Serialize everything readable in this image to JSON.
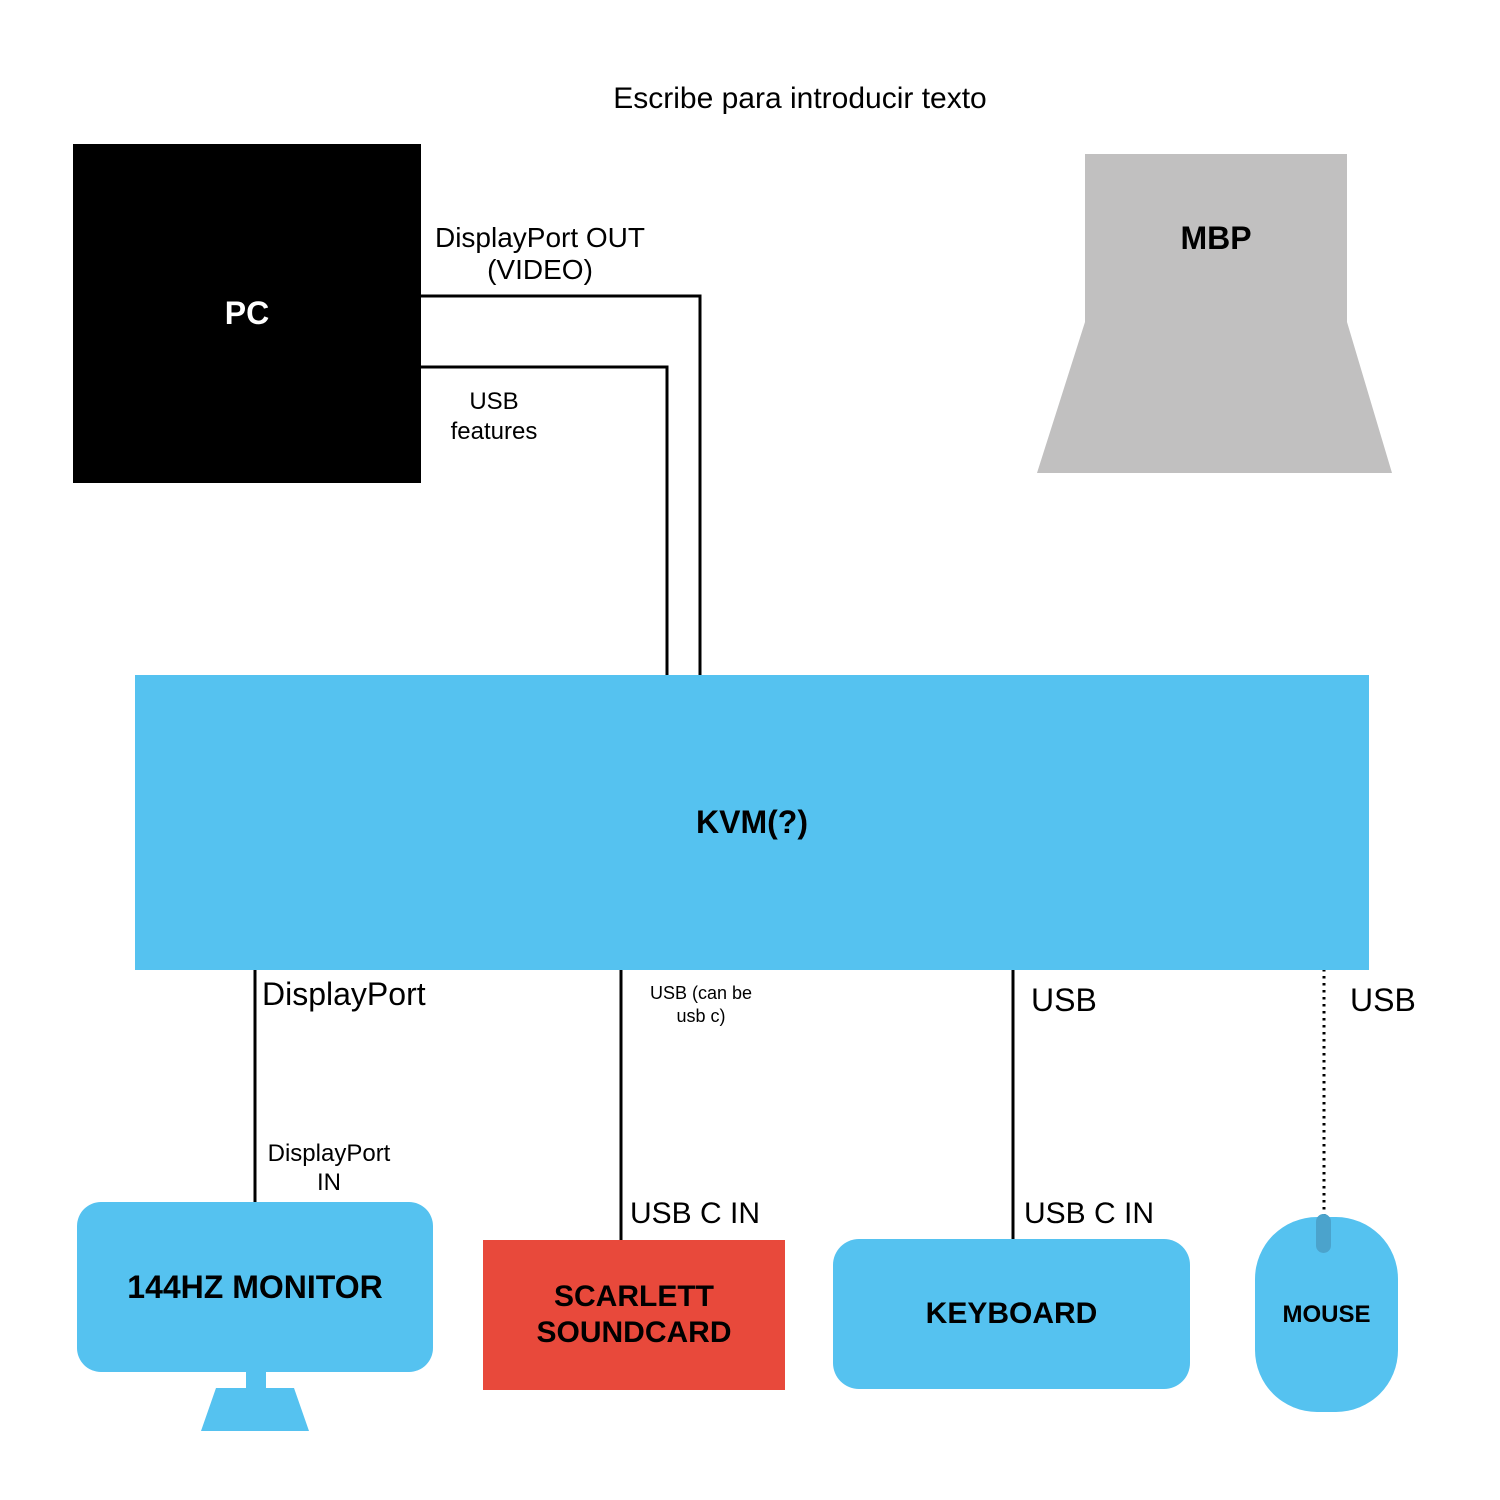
{
  "title": "Escribe para introducir texto",
  "colors": {
    "blue": "#55C2F0",
    "red": "#E8493B",
    "gray": "#C1C0C0",
    "black": "#000000",
    "white": "#FFFFFF",
    "mouse_wheel": "#4BA3CC",
    "line": "#000000"
  },
  "nodes": {
    "pc": {
      "label": "PC"
    },
    "mbp": {
      "label": "MBP"
    },
    "kvm": {
      "label": "KVM(?)"
    },
    "monitor": {
      "label": "144HZ MONITOR"
    },
    "soundcard": {
      "label": "SCARLETT\nSOUNDCARD"
    },
    "keyboard": {
      "label": "KEYBOARD"
    },
    "mouse": {
      "label": "MOUSE"
    }
  },
  "edge_labels": {
    "pc_kvm_video": "DisplayPort OUT\n(VIDEO)",
    "pc_kvm_usb": "USB\nfeatures",
    "kvm_monitor": "DisplayPort",
    "kvm_soundcard": "USB (can be\nusb c)",
    "kvm_keyboard": "USB",
    "kvm_mouse": "USB",
    "monitor_port": "DisplayPort\nIN",
    "soundcard_port": "USB C IN",
    "keyboard_port": "USB C IN"
  }
}
